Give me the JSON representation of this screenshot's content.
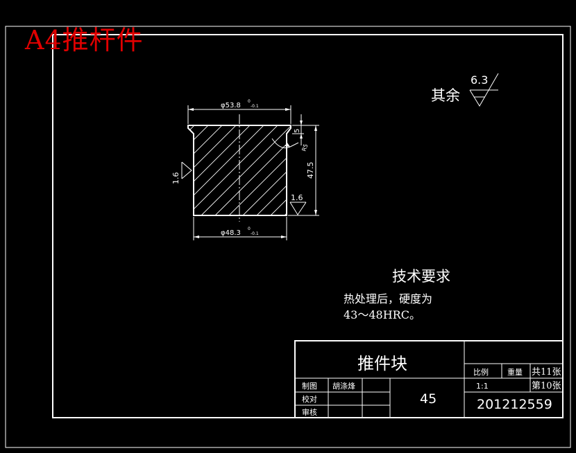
{
  "watermark": "A4推杆件",
  "surface_roughness": {
    "default_label": "其余",
    "default_value": "6.3",
    "left_side_value": "1.6",
    "bottom_right_value": "1.6"
  },
  "dimensions": {
    "top_diameter": "φ53.8",
    "top_tolerance_upper": "0",
    "top_tolerance_lower": "-0.1",
    "bottom_diameter": "φ48.3",
    "bottom_tolerance_upper": "0",
    "bottom_tolerance_lower": "-0.1",
    "height": "47.5",
    "flange_height": "5",
    "chamfer": "R5"
  },
  "technical_requirements": {
    "heading": "技术要求",
    "line1": "热处理后，硬度为",
    "line2": "43～48HRC。"
  },
  "title_block": {
    "part_name": "推件块",
    "scale_label": "比例",
    "weight_label": "重量",
    "total_sheets": "共11张",
    "scale_value": "1:1",
    "sheet_number": "第10张",
    "drawn_label": "制图",
    "drawn_by": "胡涤烽",
    "checked_label": "校对",
    "approved_label": "审核",
    "material": "45",
    "drawing_number": "201212559"
  }
}
